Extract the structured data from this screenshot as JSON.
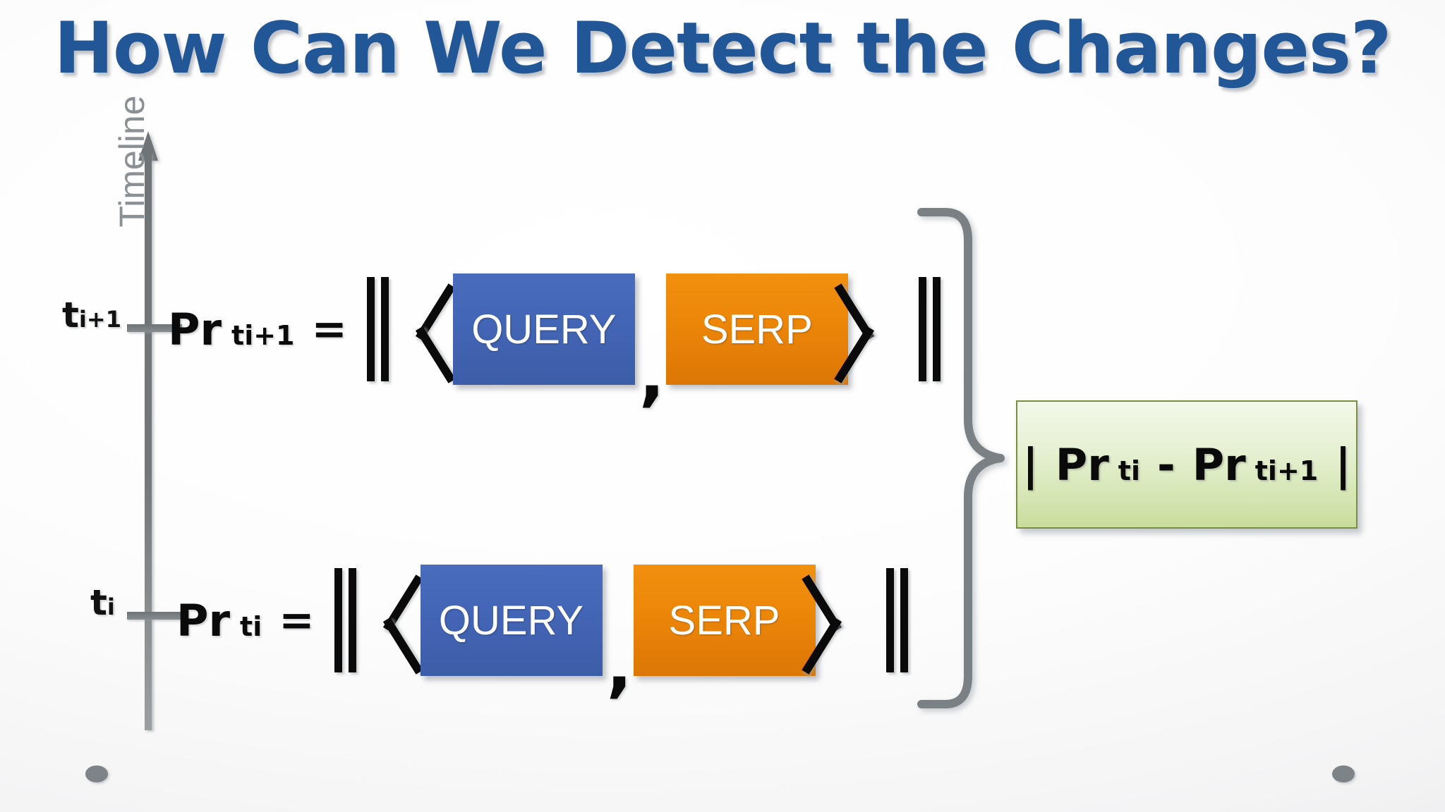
{
  "slide": {
    "title": "How Can We Detect the Changes?",
    "title_color": "#215796",
    "background": "#f5f5f6"
  },
  "timeline": {
    "axis_label": "Timeline",
    "axis_color": "#6f7477",
    "ticks": [
      {
        "id": "upper",
        "base": "t",
        "subscript": "i+1"
      },
      {
        "id": "lower",
        "base": "t",
        "subscript": "i"
      }
    ]
  },
  "expressions": [
    {
      "id": "upper",
      "lhs_base": "Pr",
      "lhs_subscript": "ti+1",
      "equals": "=",
      "left_norm": "||",
      "left_angle": "<",
      "first_box": {
        "label": "QUERY",
        "color": "#4365b5"
      },
      "separator": ",",
      "second_box": {
        "label": "SERP",
        "color": "#ec8609"
      },
      "right_angle": ">",
      "right_norm": "||"
    },
    {
      "id": "lower",
      "lhs_base": "Pr",
      "lhs_subscript": "ti",
      "equals": "=",
      "left_norm": "||",
      "left_angle": "<",
      "first_box": {
        "label": "QUERY",
        "color": "#4365b5"
      },
      "separator": ",",
      "second_box": {
        "label": "SERP",
        "color": "#ec8609"
      },
      "right_angle": ">",
      "right_norm": "||"
    }
  ],
  "brace": {
    "color": "#7a8084",
    "orientation": "right-pointing"
  },
  "result": {
    "open_bar": "|",
    "term1_base": "Pr",
    "term1_subscript": "ti",
    "operator": "-",
    "term2_base": "Pr",
    "term2_subscript": "ti+1",
    "close_bar": "|",
    "fill_color": "#d3e5b0",
    "border_color": "#7b8d40"
  },
  "decorations": {
    "dot_color": "#7e8387"
  }
}
